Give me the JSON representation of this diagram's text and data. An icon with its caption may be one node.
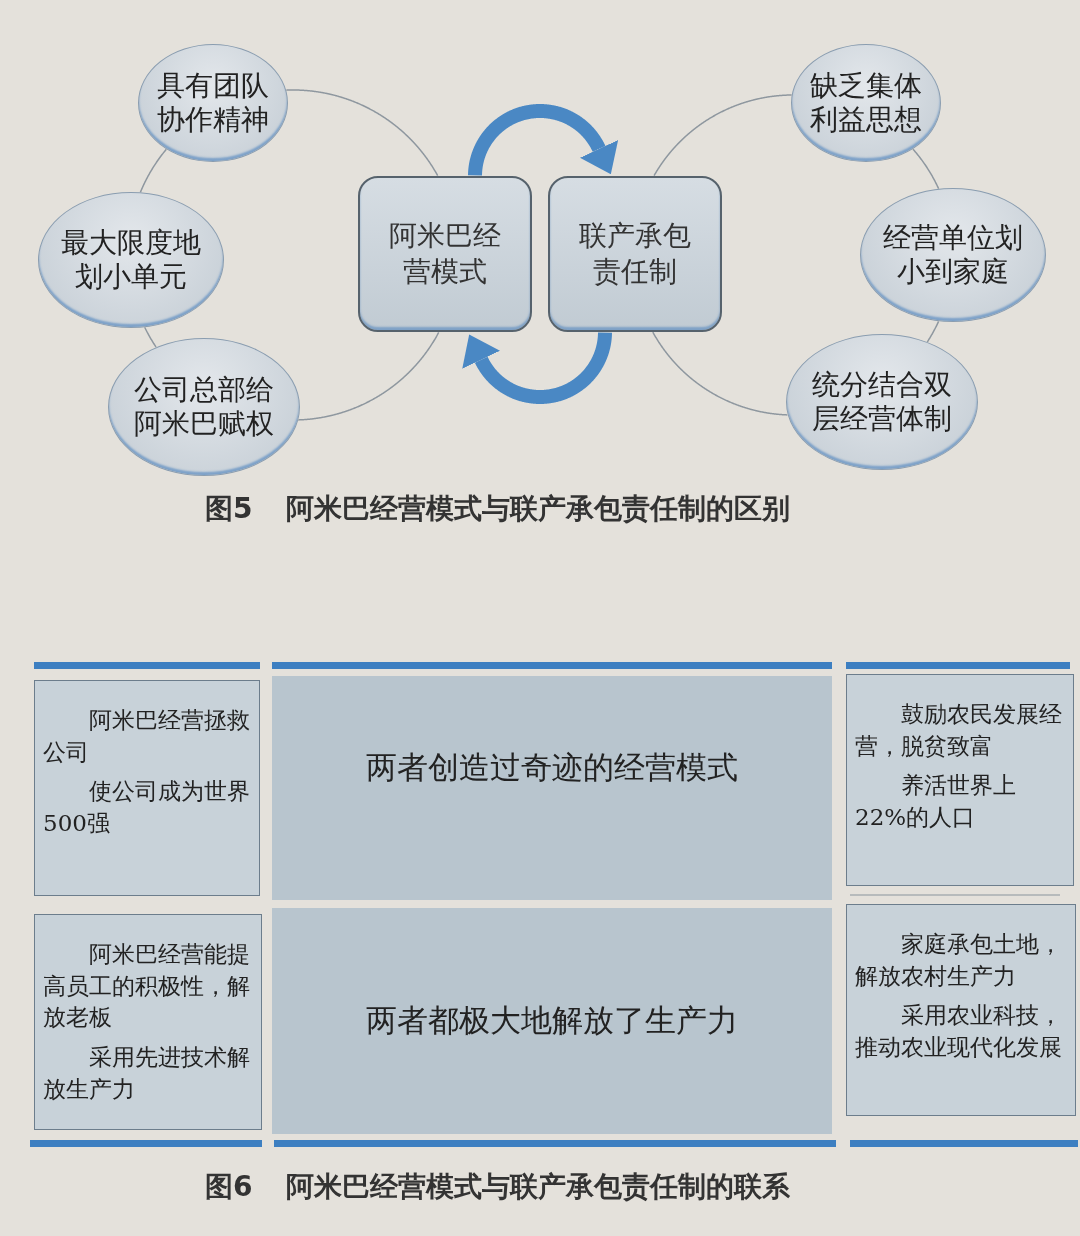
{
  "diagram": {
    "nodes": [
      {
        "text": [
          "具有团队协作精神"
        ]
      },
      {
        "text": [
          "缺乏集体利益思想"
        ]
      },
      {
        "text": [
          "阿米巴经营模式"
        ]
      },
      {
        "text": [
          "联产承包责任制"
        ]
      },
      {
        "text": [
          "最大限度地划小单元"
        ]
      },
      {
        "text": [
          "经营单位划小到家庭"
        ]
      },
      {
        "text": [
          "公司总部给阿米巴赋权"
        ]
      },
      {
        "text": [
          "统分结合双层经营体制"
        ]
      },
      {
        "text": [
          "阿米巴经营拯救公司",
          "使公司成为世界500强"
        ]
      },
      {
        "text": [
          "两者创造过奇迹的经营模式"
        ]
      },
      {
        "text": [
          "鼓励农民发展经营，脱贫致富",
          "养活世界上22%的人口"
        ]
      },
      {
        "text": [
          "阿米巴经营能提高员工的积极性，解放老板",
          "采用先进技术解放生产力"
        ]
      },
      {
        "text": [
          "两者都极大地解放了生产力"
        ]
      },
      {
        "text": [
          "家庭承包土地，解放农村生产力",
          "采用农业科技，推动农业现代化发展"
        ]
      }
    ],
    "edges": [
      {
        "from": 2,
        "to": 3,
        "arrow": "to",
        "style": "thick",
        "color": "#4a88c4"
      },
      {
        "from": 3,
        "to": 2,
        "arrow": "to",
        "style": "thick",
        "color": "#4a88c4"
      },
      {
        "from": 2,
        "to": 0,
        "arrow": "none"
      },
      {
        "from": 0,
        "to": 4,
        "arrow": "none"
      },
      {
        "from": 4,
        "to": 6,
        "arrow": "none"
      },
      {
        "from": 6,
        "to": 2,
        "arrow": "none"
      },
      {
        "from": 3,
        "to": 1,
        "arrow": "none"
      },
      {
        "from": 1,
        "to": 5,
        "arrow": "none"
      },
      {
        "from": 5,
        "to": 7,
        "arrow": "none"
      },
      {
        "from": 7,
        "to": 3,
        "arrow": "none"
      }
    ],
    "labels": [
      "图5 阿米巴经营模式与联产承包责任制的区别",
      "图6 阿米巴经营模式与联产承包责任制的联系"
    ]
  }
}
